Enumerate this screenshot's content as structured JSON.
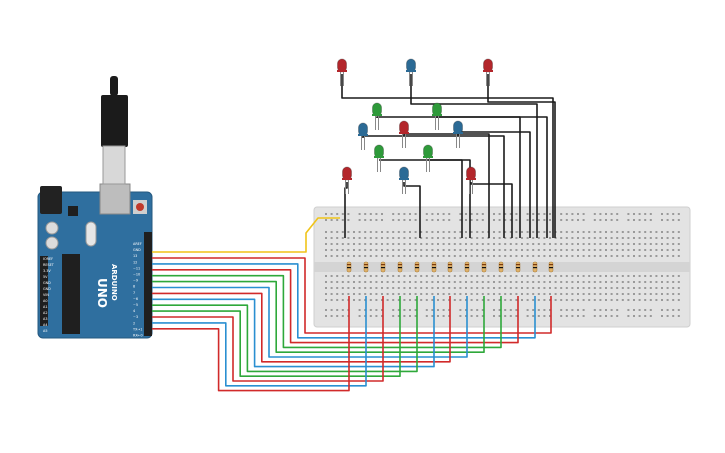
{
  "board": {
    "name": "UNO",
    "brand": "ARDUINO",
    "power_header": [
      "IOREF",
      "RESET",
      "3.3V",
      "5V",
      "GND",
      "GND",
      "VIN"
    ],
    "analog_header": [
      "A0",
      "A1",
      "A2",
      "A3",
      "A4",
      "A5"
    ],
    "digital_header": [
      "AREF",
      "GND",
      "13",
      "12",
      "~11",
      "~10",
      "~9",
      "8",
      "7",
      "~6",
      "~5",
      "4",
      "~3",
      "2",
      "TX→1",
      "RX←0"
    ]
  },
  "leds": [
    {
      "color": "red"
    },
    {
      "color": "blue"
    },
    {
      "color": "red"
    },
    {
      "color": "green"
    },
    {
      "color": "green"
    },
    {
      "color": "blue"
    },
    {
      "color": "red"
    },
    {
      "color": "blue"
    },
    {
      "color": "green"
    },
    {
      "color": "green"
    },
    {
      "color": "red"
    },
    {
      "color": "blue"
    },
    {
      "color": "red"
    }
  ],
  "colors": {
    "board": "#2f6f9f",
    "breadboard": "#e4e4e4",
    "wire_gnd": "#f0c419",
    "led_red": "#b3262b",
    "led_blue": "#2b6a95",
    "led_green": "#2e9a3a",
    "wire_red": "#d12a2a",
    "wire_blue": "#2a8fd1",
    "wire_green": "#2ea83a",
    "wire_black": "#1a1a1a"
  }
}
